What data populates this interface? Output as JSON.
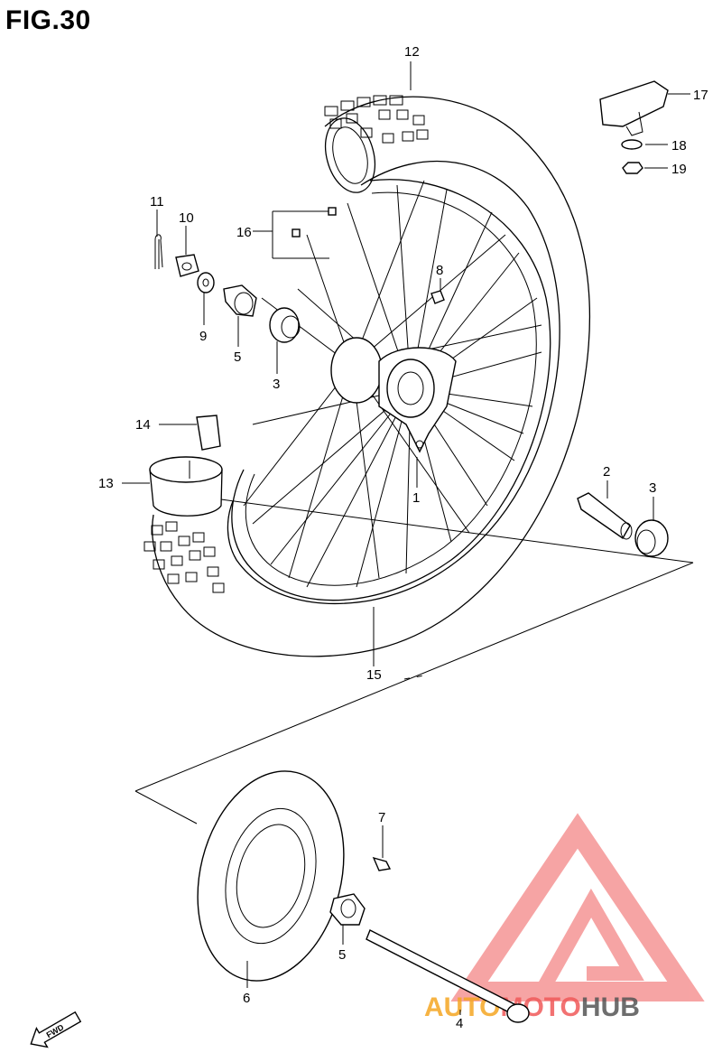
{
  "figure": {
    "title": "FIG.30"
  },
  "callouts": [
    {
      "id": "1",
      "label": "1"
    },
    {
      "id": "2",
      "label": "2"
    },
    {
      "id": "3a",
      "label": "3"
    },
    {
      "id": "3b",
      "label": "3"
    },
    {
      "id": "4",
      "label": "4"
    },
    {
      "id": "5a",
      "label": "5"
    },
    {
      "id": "5b",
      "label": "5"
    },
    {
      "id": "6",
      "label": "6"
    },
    {
      "id": "7",
      "label": "7"
    },
    {
      "id": "8",
      "label": "8"
    },
    {
      "id": "9",
      "label": "9"
    },
    {
      "id": "10",
      "label": "10"
    },
    {
      "id": "11",
      "label": "11"
    },
    {
      "id": "12",
      "label": "12"
    },
    {
      "id": "13",
      "label": "13"
    },
    {
      "id": "14",
      "label": "14"
    },
    {
      "id": "15",
      "label": "15"
    },
    {
      "id": "16",
      "label": "16"
    },
    {
      "id": "17",
      "label": "17"
    },
    {
      "id": "18",
      "label": "18"
    },
    {
      "id": "19",
      "label": "19"
    }
  ],
  "direction_marker": {
    "label": "FWD"
  },
  "watermark": {
    "part1": "AUTO",
    "part2": "MOTO",
    "part3": "HUB",
    "color1": "#f5a623",
    "color2": "#f05a5a",
    "color3": "#555555"
  }
}
